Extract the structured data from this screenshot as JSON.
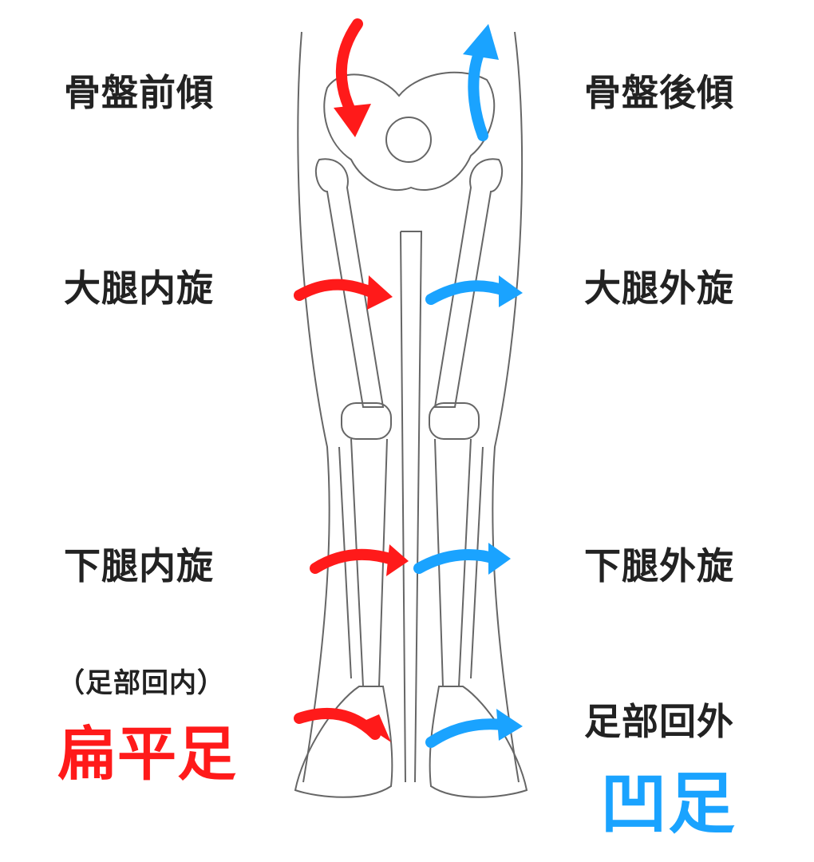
{
  "colors": {
    "internal": "#ff1a1a",
    "external": "#1aa3ff",
    "bone": "#555555"
  },
  "left": {
    "pelvis": "骨盤前傾",
    "thigh": "大腿内旋",
    "shin": "下腿内旋",
    "foot_note": "（足部回内）",
    "foot": "扁平足"
  },
  "right": {
    "pelvis": "骨盤後傾",
    "thigh": "大腿外旋",
    "shin": "下腿外旋",
    "foot": "足部回外",
    "foot_type": "凹足"
  }
}
